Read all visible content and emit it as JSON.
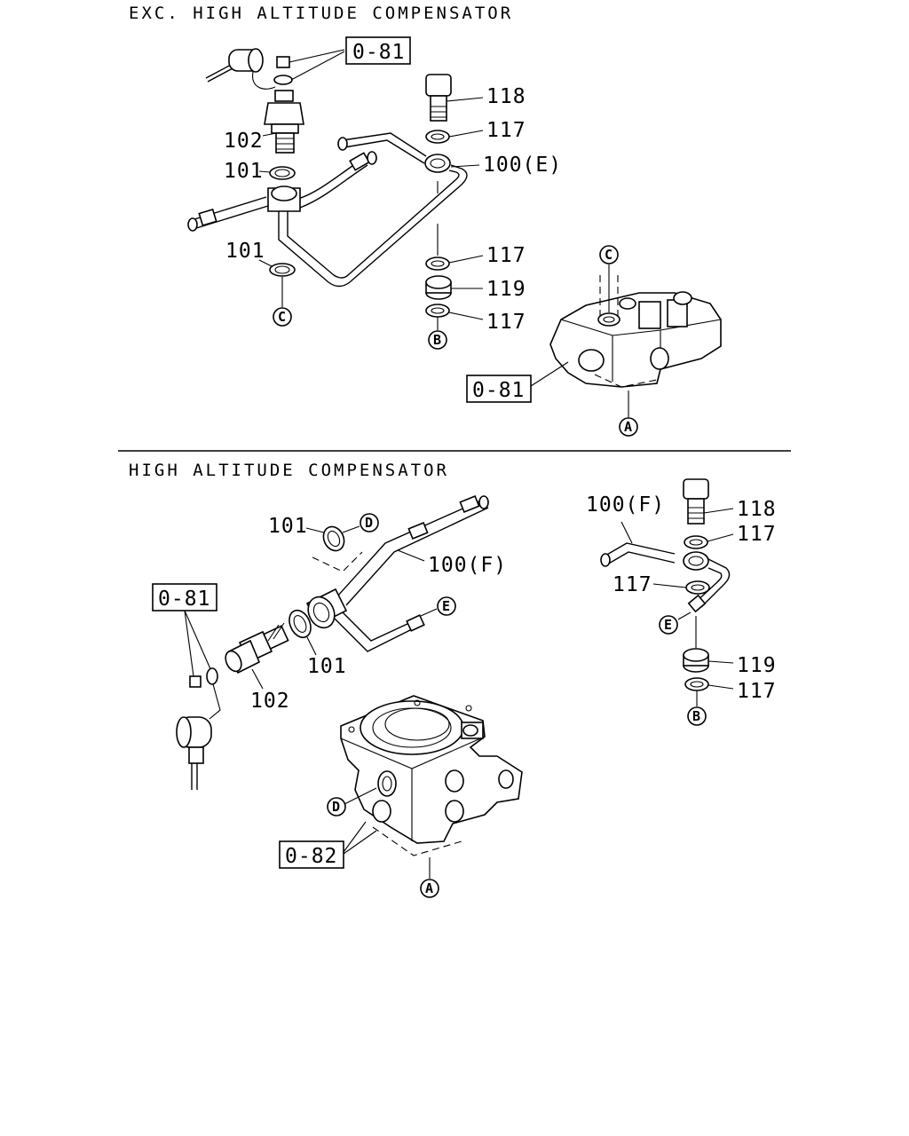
{
  "sections": {
    "top_title": "EXC. HIGH ALTITUDE COMPENSATOR",
    "bottom_title": "HIGH ALTITUDE COMPENSATOR"
  },
  "top": {
    "ref_sensor": "0-81",
    "ref_body": "0-81",
    "labels": {
      "p118": "118",
      "p117_a": "117",
      "p100e": "100(E)",
      "p102": "102",
      "p101_a": "101",
      "p101_b": "101",
      "p117_b": "117",
      "p119": "119",
      "p117_c": "117"
    },
    "circles": {
      "c_left": "C",
      "c_body": "C",
      "b": "B",
      "a": "A"
    }
  },
  "bottom": {
    "ref_sensor": "0-81",
    "ref_body": "0-82",
    "labels": {
      "p101_top": "101",
      "p100f_mid": "100(F)",
      "p101_low": "101",
      "p102": "102",
      "p100f_right": "100(F)",
      "p118": "118",
      "p117_a": "117",
      "p117_b": "117",
      "p119": "119",
      "p117_c": "117"
    },
    "circles": {
      "d_top": "D",
      "e_mid": "E",
      "e_right": "E",
      "b": "B",
      "d_body": "D",
      "a": "A"
    }
  }
}
